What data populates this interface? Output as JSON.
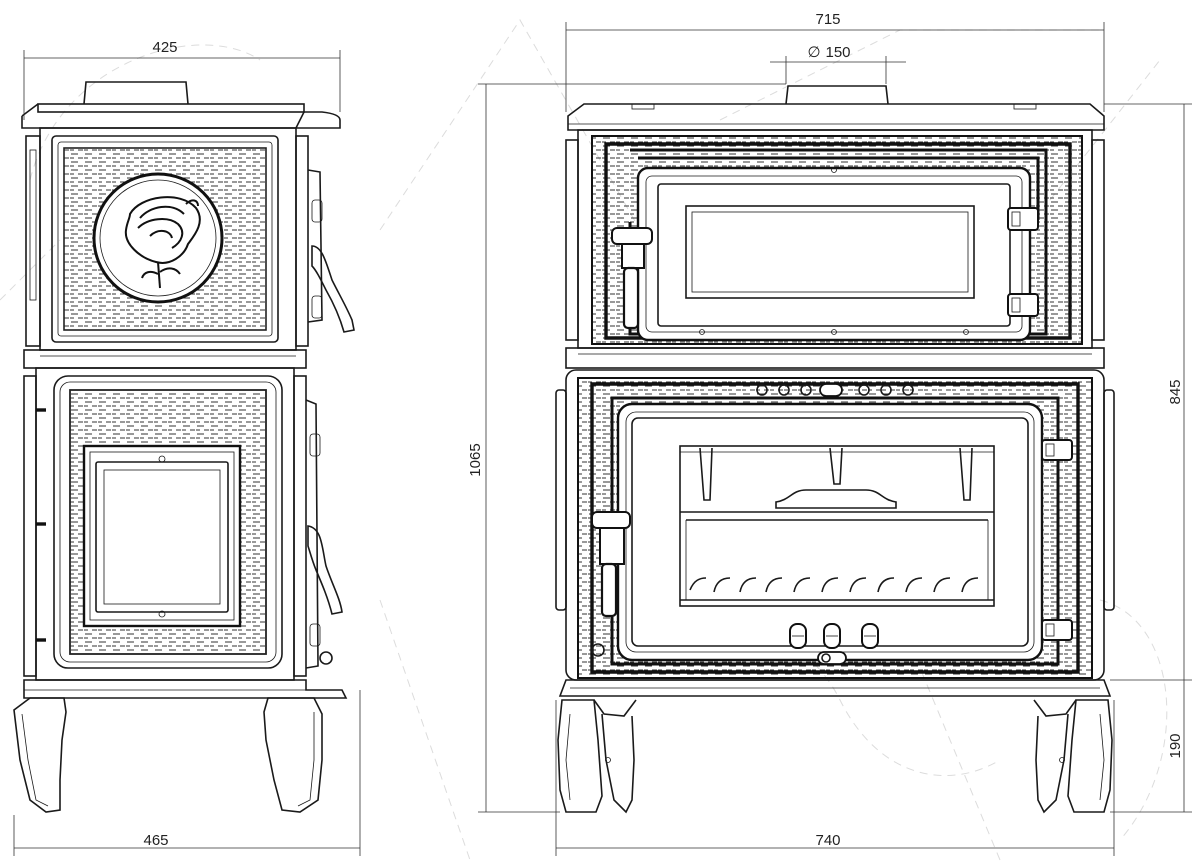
{
  "dimensions": {
    "side_top_width": "425",
    "side_base_width": "465",
    "front_top_width": "715",
    "flue_diameter_symbol": "∅",
    "flue_diameter": "150",
    "front_base_width": "740",
    "total_height": "1065",
    "body_height": "845",
    "leg_height": "190"
  }
}
